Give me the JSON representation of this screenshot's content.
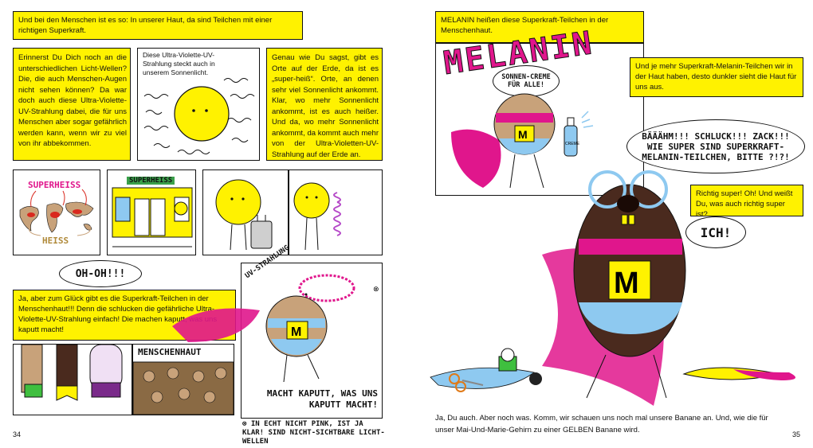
{
  "left": {
    "top_caption": "Und bei den Menschen ist es so: In unserer Haut, da sind Teilchen mit einer richtigen Superkraft.",
    "p1_text": "Erinnerst Du Dich noch an die unterschiedlichen Licht-Wellen? Die, die auch Menschen-Augen nicht sehen können? Da war doch auch diese Ultra-Violette-UV-Strahlung dabei, die für uns Menschen aber sogar gefährlich werden kann, wenn wir zu viel von ihr abbekommen.",
    "p2_caption": "Diese Ultra-Violette-UV-Strahlung steckt auch in unserem Sonnenlicht.",
    "p3_text": "Genau wie Du sagst, gibt es Orte auf der Erde, da ist es „super-heiß“. Orte, an denen sehr viel Sonnenlicht ankommt. Klar, wo mehr Sonnenlicht ankommt, ist es auch heißer. Und da, wo mehr Sonnenlicht ankommt, da kommt auch mehr von der Ultra-Violetten-UV-Strahlung auf der Erde an.",
    "map_label_top": "SUPERHEISS",
    "map_label_bottom": "HEISS",
    "train_label": "SUPERHEISS",
    "ohoh_bubble": "OH-OH!!!",
    "mid_caption": "Ja, aber zum Glück gibt es die Superkraft-Teilchen in der Menschenhaut!!! Denn die schlucken die gefährliche Ultra-Violette-UV-Strahlung einfach! Die machen kaputt, was uns kaputt macht!",
    "uv_label": "UV-STRAHLUNG",
    "macht_kaputt": "MACHT KAPUTT, WAS UNS KAPUTT MACHT!",
    "menschenhaut_label": "MENSCHENHAUT",
    "footnote": "⊗ IN ECHT NICHT PINK, IST JA KLAR! SIND NICHT-SICHTBARE LICHT-WELLEN",
    "page_number": "34"
  },
  "right": {
    "top_caption": "MELANIN heißen diese Superkraft-Teilchen in der Menschenhaut.",
    "melanin_title": "MELANIN",
    "sonnencreme": "SONNEN-CREME FÜR ALLE!",
    "bottle_label": "CREME",
    "side_caption": "Und je mehr Superkraft-Melanin-Teilchen wir in der Haut haben, desto dunkler sieht die Haut für uns aus.",
    "big_bubble": "BÄÄÄHM!!! SCHLUCK!!! ZACK!!! WIE SUPER SIND SUPERKRAFT-MELANIN-TEILCHEN, BITTE ?!?!",
    "question_caption": "Richtig super! Oh! Und weißt Du, was auch richtig super ist?",
    "ich_bubble": "ICH!",
    "bottom_text": "Ja, Du auch. Aber noch was. Komm, wir schauen uns noch mal unsere Banane an. Und, wie die für unser Mai-Und-Marie-Gehirn zu einer GELBEN Banane wird.",
    "page_number": "35"
  },
  "colors": {
    "yellow": "#fff200",
    "magenta": "#e0168c",
    "blue": "#8ec9f0",
    "tan": "#c8a27a",
    "brown": "#4a2a1e"
  }
}
